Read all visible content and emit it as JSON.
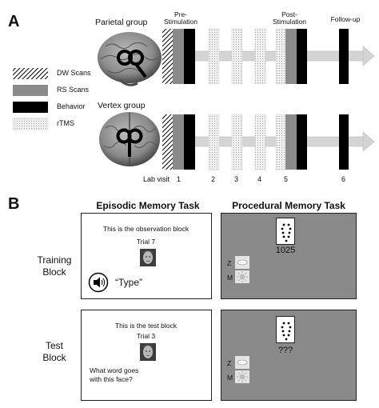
{
  "panelA": {
    "letter": "A",
    "parietal_group": "Parietal group",
    "vertex_group": "Vertex group",
    "pre_stimulation": "Pre-\nStimulation",
    "post_stimulation": "Post-\nStimulation",
    "follow_up": "Follow-up",
    "lab_visit": "Lab visit",
    "visits": [
      "1",
      "2",
      "3",
      "4",
      "5",
      "6"
    ],
    "legend": [
      {
        "label": "DW Scans",
        "pattern": "hatch"
      },
      {
        "label": "RS Scans",
        "pattern": "gray"
      },
      {
        "label": "Behavior",
        "pattern": "black"
      },
      {
        "label": "rTMS",
        "pattern": "dots"
      }
    ],
    "colors": {
      "rs_gray": "#8a8a8a",
      "behavior_black": "#000000",
      "arrow": "#d4d4d4"
    }
  },
  "panelB": {
    "letter": "B",
    "episodic_title": "Episodic Memory Task",
    "procedural_title": "Procedural Memory Task",
    "training_block": "Training\nBlock",
    "test_block": "Test\nBlock",
    "episodic_training": {
      "line1": "This is the observation block",
      "trial": "Trial 7",
      "speech": "“Type”"
    },
    "episodic_test": {
      "line1": "This is the test block",
      "trial": "Trial 3",
      "question": "What word goes\nwith this face?"
    },
    "procedural_training": {
      "number": "1025",
      "key_z": "Z",
      "key_m": "M"
    },
    "procedural_test": {
      "number": "???",
      "key_z": "Z",
      "key_m": "M"
    },
    "colors": {
      "procedural_bg": "#8a8a8a"
    }
  }
}
